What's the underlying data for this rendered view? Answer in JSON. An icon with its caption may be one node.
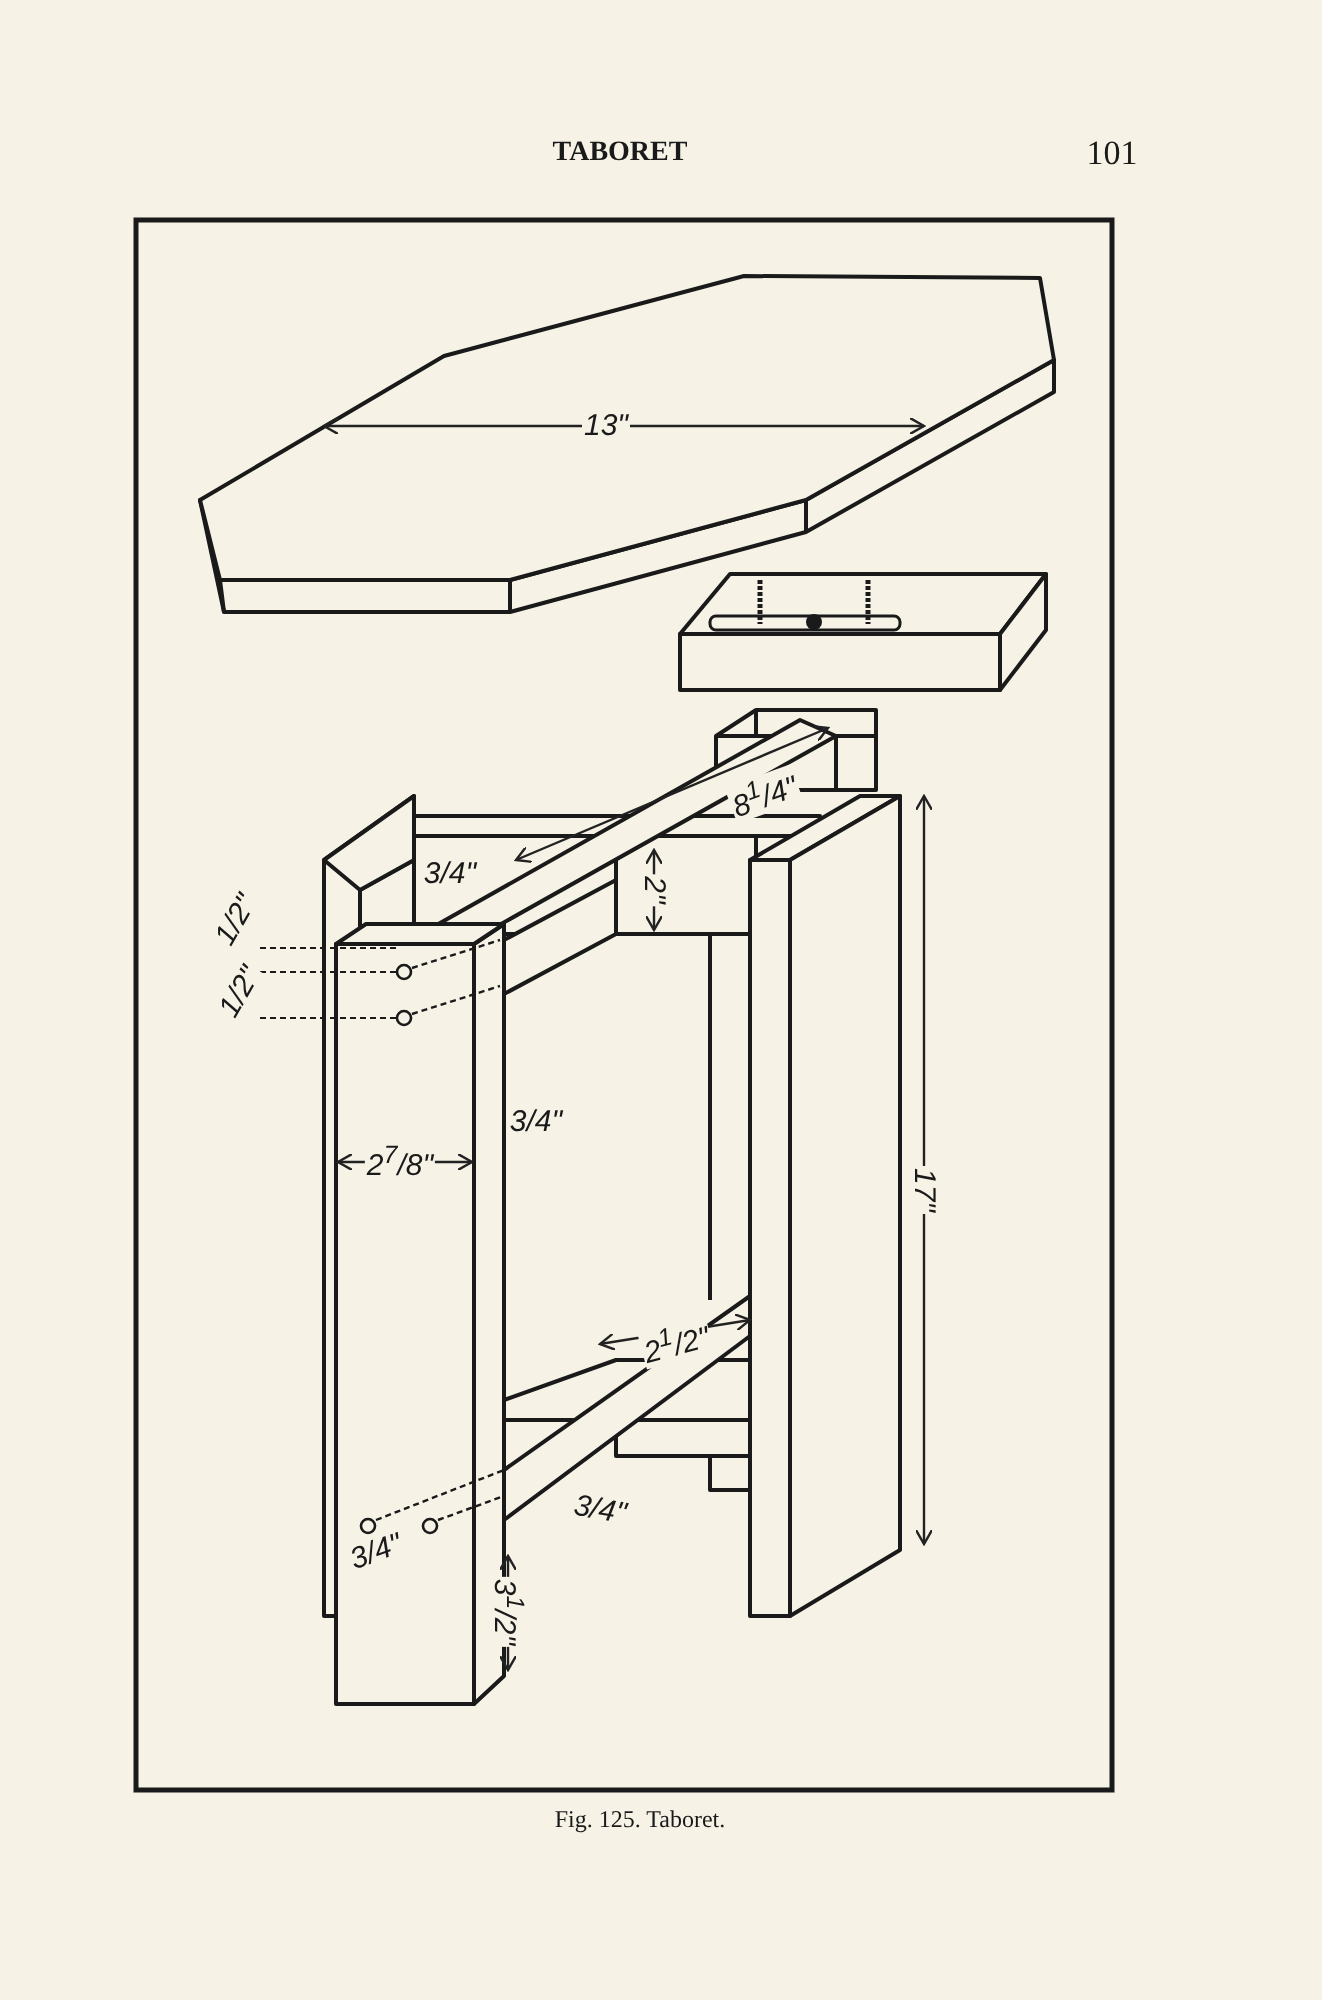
{
  "diagram": {
    "title": "TABORET",
    "caption": "Fig. 125. Taboret.",
    "labels": [
      "101",
      "13\"",
      "8$^{1}$/4\"",
      "3/4\"",
      "2\"",
      "1/2\"",
      "1/2\"",
      "2$^{7}$/8\"",
      "3/4\"",
      "17\"",
      "2$^{1}$/2\"",
      "3/4\"",
      "3/4\"",
      "3$^{1}$/2\""
    ]
  }
}
